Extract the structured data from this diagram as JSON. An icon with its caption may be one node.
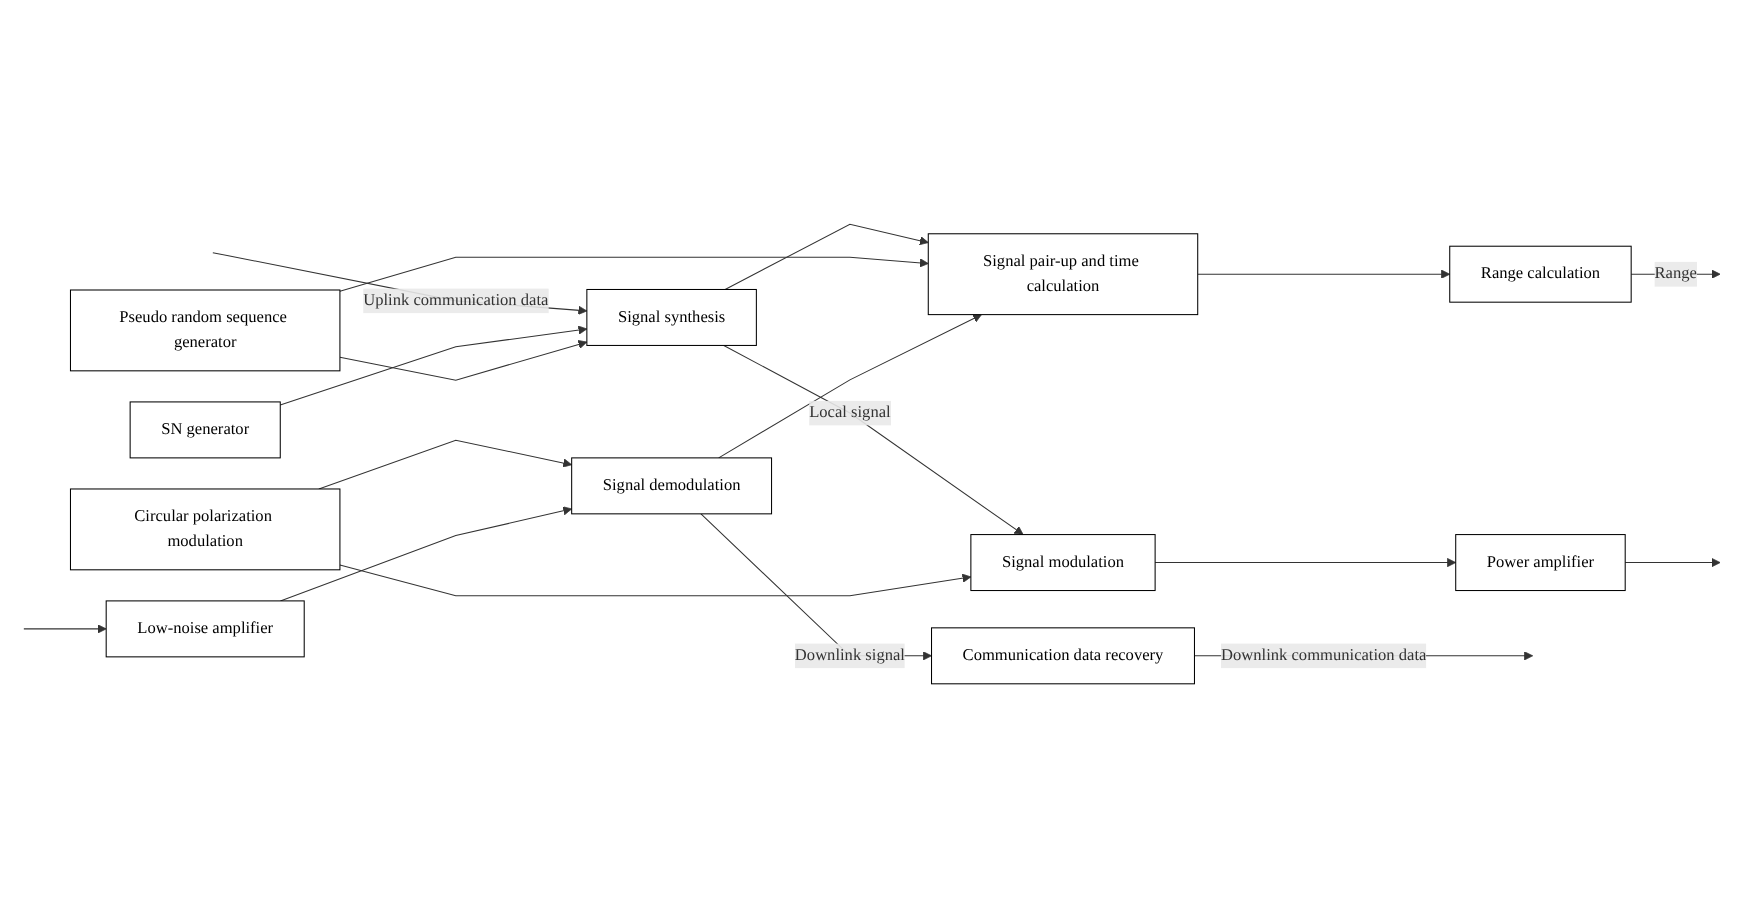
{
  "diagram": {
    "nodes": [
      {
        "text": [
          "Signal synthesis"
        ]
      },
      {
        "text": [
          "Signal modulation"
        ]
      },
      {
        "text": [
          "Power amplifier"
        ]
      },
      {
        "text": [
          "SN generator"
        ]
      },
      {
        "text": [
          "Pseudo random sequence generator"
        ]
      },
      {
        "text": [
          "Circular polarization modulation"
        ]
      },
      {
        "text": [
          "Range calculation"
        ]
      },
      {
        "text": [
          "Signal pair-up and time calculation"
        ]
      },
      {
        "text": [
          "Signal demodulation"
        ]
      },
      {
        "text": [
          "Low-noise amplifier"
        ]
      },
      {
        "text": [
          "Communication data recovery"
        ]
      }
    ],
    "edges": [
      {
        "from": null,
        "to": 0,
        "arrow": "to",
        "label": "Uplink communication data"
      },
      {
        "from": 0,
        "to": 1,
        "arrow": "to",
        "label": "Local signal"
      },
      {
        "from": 0,
        "to": 7,
        "arrow": "to"
      },
      {
        "from": 1,
        "to": 2,
        "arrow": "to"
      },
      {
        "from": 2,
        "to": null,
        "arrow": "to"
      },
      {
        "from": 3,
        "to": 0,
        "arrow": "to"
      },
      {
        "from": 4,
        "to": 0,
        "arrow": "to"
      },
      {
        "from": 4,
        "to": 7,
        "arrow": "to"
      },
      {
        "from": 5,
        "to": 1,
        "arrow": "to"
      },
      {
        "from": 5,
        "to": 8,
        "arrow": "to"
      },
      {
        "from": 7,
        "to": 6,
        "arrow": "to"
      },
      {
        "from": 6,
        "to": null,
        "arrow": "to",
        "label": "Range"
      },
      {
        "from": null,
        "to": 9,
        "arrow": "to"
      },
      {
        "from": 9,
        "to": 8,
        "arrow": "to"
      },
      {
        "from": 8,
        "to": 7,
        "arrow": "to"
      },
      {
        "from": 8,
        "to": 10,
        "arrow": "to",
        "label": "Downlink signal"
      },
      {
        "from": 10,
        "to": null,
        "arrow": "to",
        "label": "Downlink communication data"
      }
    ]
  }
}
